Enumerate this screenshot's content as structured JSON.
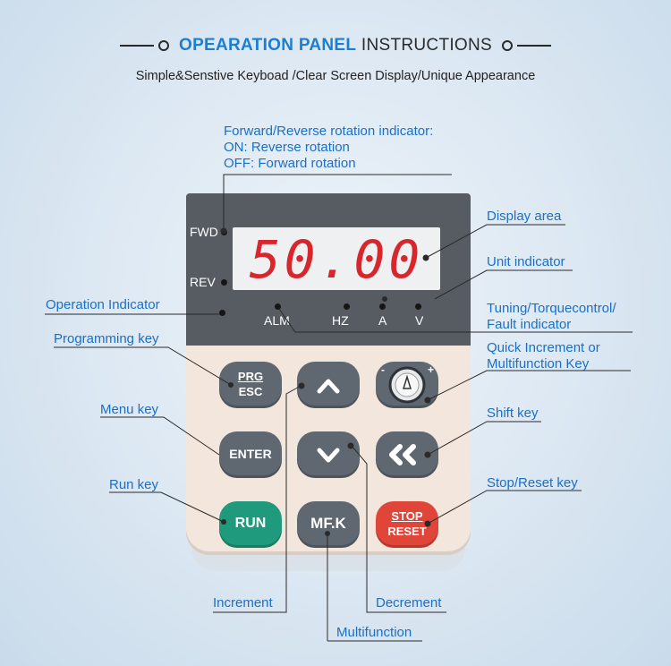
{
  "header": {
    "title_bold": "OPEARATION PANEL",
    "title_rest": "INSTRUCTIONS",
    "subtitle": "Simple&Senstive Keyboad /Clear Screen Display/Unique Appearance"
  },
  "panel": {
    "display_value": "50.00",
    "fwd": "FWD",
    "rev": "REV",
    "alm": "ALM",
    "hz": "HZ",
    "a": "A",
    "v": "V"
  },
  "keys": {
    "prg_line1": "PRG",
    "prg_line2": "ESC",
    "enter": "ENTER",
    "run": "RUN",
    "mfk": "MF.K",
    "stop_line1": "STOP",
    "stop_line2": "RESET",
    "knob_minus": "-",
    "knob_plus": "+",
    "colors": {
      "gray": "#5f6770",
      "green": "#1f9a7c",
      "red": "#e0453a"
    }
  },
  "labels": {
    "fwd_rev_indicator": [
      "Forward/Reverse rotation indicator:",
      "ON: Reverse rotation",
      "OFF: Forward rotation"
    ],
    "display_area": "Display area",
    "unit_indicator": "Unit indicator",
    "operation_indicator": "Operation Indicator",
    "tuning": [
      "Tuning/Torquecontrol/",
      "Fault indicator"
    ],
    "programming_key": "Programming key",
    "quick_increment": [
      "Quick Increment or",
      "Multifunction Key"
    ],
    "menu_key": "Menu key",
    "shift_key": "Shift key",
    "run_key": "Run key",
    "stop_reset_key": "Stop/Reset key",
    "increment": "Increment",
    "decrement": "Decrement",
    "multifunction": "Multifunction"
  }
}
